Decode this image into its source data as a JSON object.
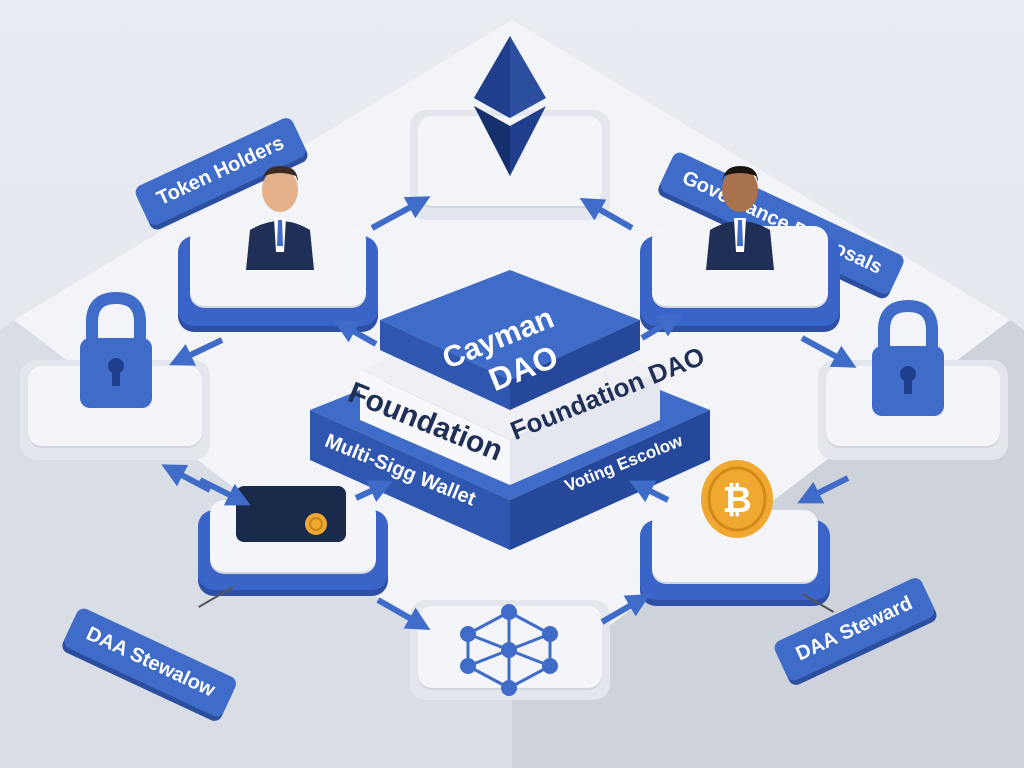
{
  "labels": {
    "token_holders": "Token Holders",
    "governance_proposals": "Governance Proposals",
    "daa_stewalow": "DAA Stewalow",
    "daa_steward": "DAA Steward"
  },
  "center": {
    "title_line1": "Cayman",
    "title_line2": "DAO",
    "foundation": "Foundation",
    "foundation_dao": "Foundation DAO",
    "multisig": "Multi-Sigg Wallet",
    "voting_escrow": "Voting Escolow"
  },
  "colors": {
    "accent": "#3f6cc8",
    "accent_dark": "#2b4e9e",
    "navy": "#1f3f8c",
    "gold": "#f0a830",
    "tile": "#f4f5f8"
  },
  "icons": [
    "ethereum-icon",
    "person-icon",
    "lock-icon",
    "wallet-icon",
    "bitcoin-icon",
    "network-icon",
    "arrow-icon"
  ]
}
